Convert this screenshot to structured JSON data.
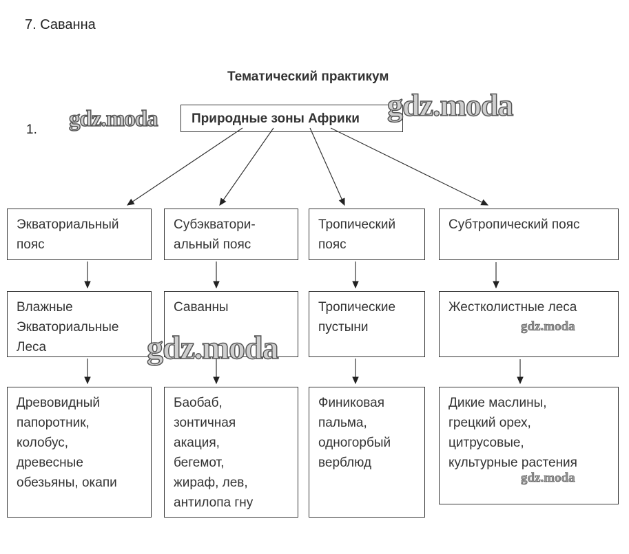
{
  "section_heading": "7. Саванна",
  "practicum_title": "Тематический практикум",
  "task_number": "1.",
  "root": "Природные зоны Африки",
  "columns": [
    {
      "belt": [
        "Экваториальный",
        "пояс"
      ],
      "zone": [
        "Влажные",
        "Экваториальные",
        "Леса"
      ],
      "species": [
        "Древовидный",
        "папоротник,",
        "колобус,",
        "древесные",
        "обезьяны, окапи"
      ]
    },
    {
      "belt": [
        "Субэкватори-",
        "альный пояс"
      ],
      "zone": [
        "Саванны"
      ],
      "species": [
        "Баобаб,",
        "зонтичная",
        "акация,",
        "бегемот,",
        "жираф, лев,",
        "антилопа гну"
      ]
    },
    {
      "belt": [
        "Тропический",
        "пояс"
      ],
      "zone": [
        "Тропические",
        "пустыни"
      ],
      "species": [
        "Финиковая",
        "пальма,",
        "одногорбый",
        "верблюд"
      ]
    },
    {
      "belt": [
        "Субтропический пояс"
      ],
      "zone": [
        "Жестколистные леса"
      ],
      "species": [
        "Дикие маслины,",
        "грецкий орех,",
        "цитрусовые,",
        "культурные растения"
      ]
    }
  ],
  "watermark": "gdz.moda"
}
